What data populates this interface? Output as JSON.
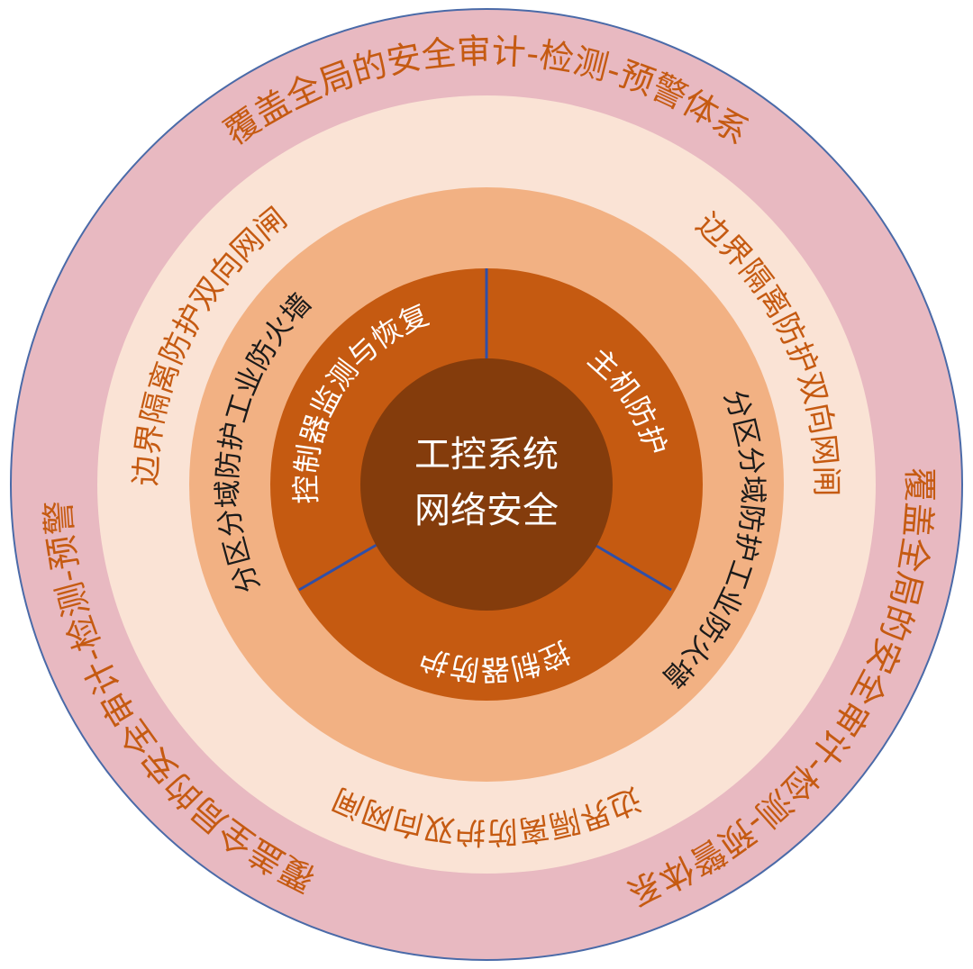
{
  "center": {
    "line1": "工控系统",
    "line2": "网络安全"
  },
  "inner_ring": {
    "top_left": "控制器监测与恢复",
    "right": "主机防护",
    "bottom": "控制器防护"
  },
  "middle_ring": {
    "left": "分区分域防护工业防火墙",
    "right": "分区分域防护工业防火墙"
  },
  "light_ring": {
    "left": "边界隔离防护双向网闸",
    "right": "边界隔离防护双向网闸",
    "bottom": "边界隔离防护双向网闸"
  },
  "outer_ring": {
    "top": "覆盖全局的安全审计-检测-预警体系",
    "right": "覆盖全局的安全审计-检测-预警体系",
    "left": "覆盖全局的安全审计-检测-预警"
  },
  "colors": {
    "outer_ring": "#e8b9c1",
    "outer_border": "#4a6aa8",
    "light_ring": "#fae3d5",
    "middle_ring": "#f2b183",
    "inner_ring": "#c55a11",
    "center": "#843c0c",
    "divider": "#2f4fa8",
    "text_dark": "#c55a11",
    "text_black": "#1a1a1a",
    "text_white": "#ffffff"
  }
}
